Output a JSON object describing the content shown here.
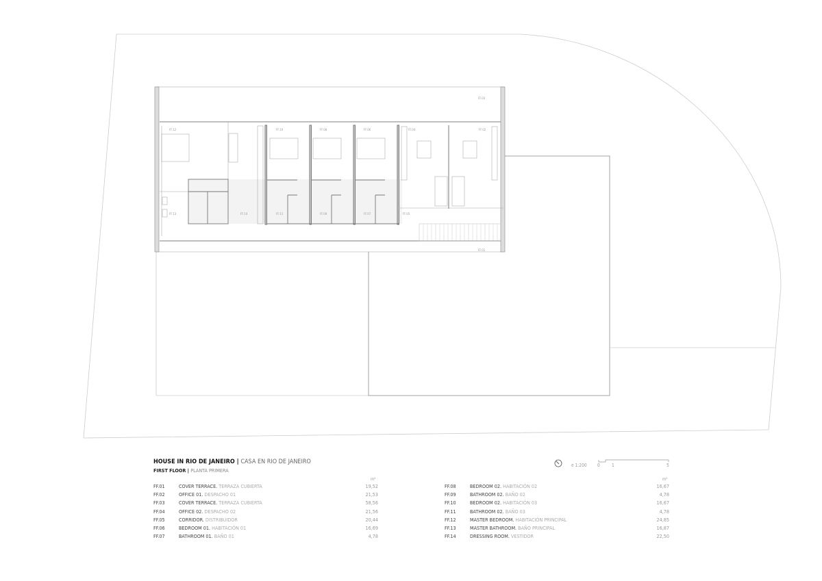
{
  "title": {
    "en": "HOUSE IN RIO DE JANEIRO",
    "sep": " | ",
    "es": "CASA EN RIO DE JANEIRO"
  },
  "subtitle": {
    "en": "FIRST FLOOR",
    "sep": " | ",
    "es": "PLANTA PRIMERA"
  },
  "unit": "m²",
  "scale": {
    "label": "e 1:200",
    "ticks": [
      "0",
      "1",
      "5"
    ],
    "north_icon": "north-arrow-icon"
  },
  "rooms_left": [
    {
      "code": "FF.01",
      "en": "COVER TERRACE.",
      "es": " TERRAZA CUBIERTA",
      "area": "19,52"
    },
    {
      "code": "FF.02",
      "en": "OFFICE 01.",
      "es": " DESPACHO 01",
      "area": "21,53"
    },
    {
      "code": "FF.03",
      "en": "COVER TERRACE.",
      "es": " TERRAZA CUBIERTA",
      "area": "58,56"
    },
    {
      "code": "FF.04",
      "en": "OFFICE 02.",
      "es": " DESPACHO 02",
      "area": "21,56"
    },
    {
      "code": "FF.05",
      "en": "CORRIDOR.",
      "es": " DISTRIBUIDOR",
      "area": "20,44"
    },
    {
      "code": "FF.06",
      "en": "BEDROOM 01.",
      "es": " HABITACIÓN 01",
      "area": "16,69"
    },
    {
      "code": "FF.07",
      "en": "BATHROOM 01.",
      "es": " BAÑO 01",
      "area": "4,78"
    }
  ],
  "rooms_right": [
    {
      "code": "FF.08",
      "en": "BEDROOM 02.",
      "es": " HABITACIÓN 02",
      "area": "16,67"
    },
    {
      "code": "FF.09",
      "en": "BATHROOM 02.",
      "es": " BAÑO 02",
      "area": "4,78"
    },
    {
      "code": "FF.10",
      "en": "BEDROOM 02.",
      "es": " HABITACIÓN 03",
      "area": "16,67"
    },
    {
      "code": "FF.11",
      "en": "BATHROOM 02.",
      "es": " BAÑO 03",
      "area": "4,78"
    },
    {
      "code": "FF.12",
      "en": "MASTER BEDROOM.",
      "es": " HABITACIÓN PRINCIPAL",
      "area": "24,85"
    },
    {
      "code": "FF.13",
      "en": "MASTER BATHROOM.",
      "es": " BAÑO PRINCIPAL",
      "area": "16,87"
    },
    {
      "code": "FF.14",
      "en": "DRESSING ROOM.",
      "es": " VESTIDOR",
      "area": "22,50"
    }
  ],
  "plan_labels": [
    "FF.03",
    "FF.12",
    "FF.10",
    "FF.08",
    "FF.06",
    "FF.04",
    "FF.02",
    "FF.13",
    "FF.14",
    "FF.11",
    "FF.09",
    "FF.07",
    "FF.05",
    "FF.01"
  ],
  "colors": {
    "lines": "#bbbbbb",
    "walls": "#888888",
    "hatch": "#f2f2f2"
  }
}
